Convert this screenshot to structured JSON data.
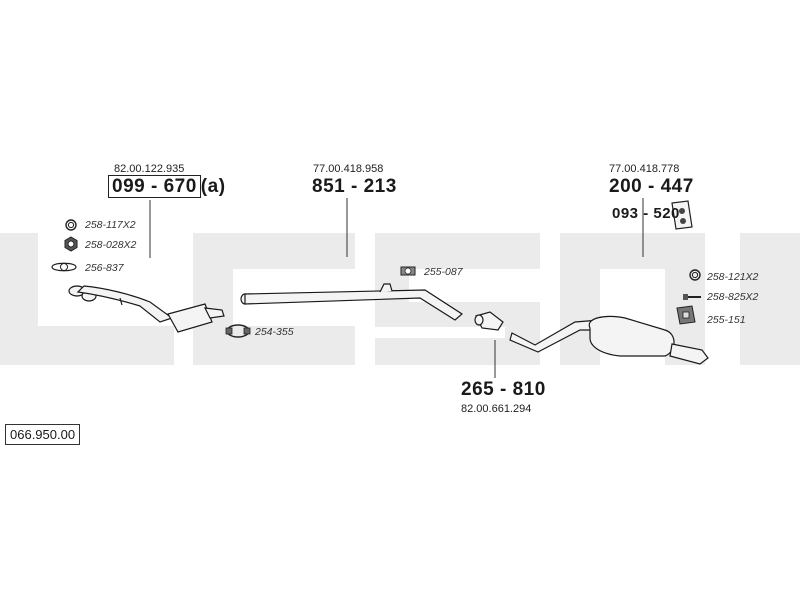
{
  "diagram_number": "066.950.00",
  "sections": [
    {
      "ref": "82.00.122.935",
      "part": "099 - 670",
      "suffix": "(a)"
    },
    {
      "ref": "77.00.418.958",
      "part": "851 - 213"
    },
    {
      "ref": "77.00.418.778",
      "part": "200 - 447"
    },
    {
      "ref": "82.00.661.294",
      "part": "265 - 810"
    }
  ],
  "hanger_part": "093 - 520",
  "small_parts": [
    "258-117X2",
    "258-028X2",
    "256-837",
    "254-355",
    "255-087",
    "258-121X2",
    "258-825X2",
    "255-151"
  ],
  "icons": [
    "ring-icon",
    "nut-icon",
    "gasket-icon",
    "clamp-icon",
    "hanger-icon",
    "rubber-mount-icon",
    "bolt-icon"
  ],
  "colors": {
    "line": "#1a1a1a",
    "watermark": "#ebebeb",
    "part_fill": "#f4f4f4"
  }
}
